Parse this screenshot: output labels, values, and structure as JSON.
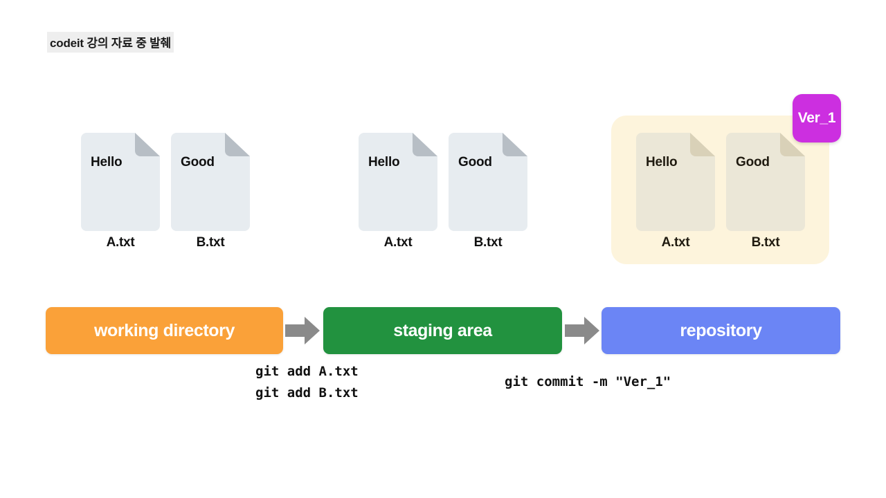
{
  "page": {
    "source_note": "codeit 강의 자료 중 발췌",
    "background": "#ffffff"
  },
  "colors": {
    "working_directory": "#faa139",
    "staging_area": "#22923f",
    "repository": "#6b85f5",
    "arrow": "#8a8a8a",
    "file_fill": "#e7ecf0",
    "file_fold": "#b7bec5",
    "repo_container_fill": "#fdf4dc",
    "repo_file_fill": "#ebe7d7",
    "repo_file_fold": "#d9d1b8",
    "version_badge": "#cc2fe0",
    "note_highlight": "#eeeeee"
  },
  "stages": [
    {
      "id": "working-directory",
      "label": "working directory",
      "files": [
        {
          "content": "Hello",
          "name": "A.txt"
        },
        {
          "content": "Good",
          "name": "B.txt"
        }
      ]
    },
    {
      "id": "staging-area",
      "label": "staging area",
      "files": [
        {
          "content": "Hello",
          "name": "A.txt"
        },
        {
          "content": "Good",
          "name": "B.txt"
        }
      ]
    },
    {
      "id": "repository",
      "label": "repository",
      "version_badge": "Ver_1",
      "files": [
        {
          "content": "Hello",
          "name": "A.txt"
        },
        {
          "content": "Good",
          "name": "B.txt"
        }
      ]
    }
  ],
  "commands": {
    "add": "git add A.txt\ngit add B.txt",
    "commit": "git commit -m \"Ver_1\""
  },
  "arrows": [
    {
      "id": "arrow-working-to-staging",
      "direction": "right"
    },
    {
      "id": "arrow-staging-to-repository",
      "direction": "right"
    }
  ]
}
